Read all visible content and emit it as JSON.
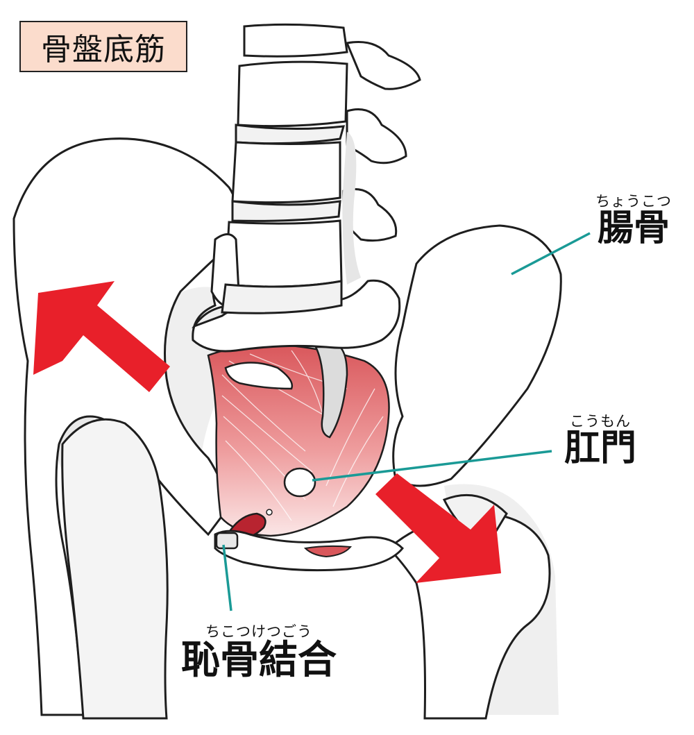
{
  "title": "骨盤底筋",
  "labels": {
    "ilium": {
      "ruby": "ちょうこつ",
      "text": "腸骨"
    },
    "anus": {
      "ruby": "こうもん",
      "text": "肛門"
    },
    "pubic_symphysis": {
      "ruby": "ちこつけつごう",
      "text": "恥骨結合"
    }
  },
  "colors": {
    "arrow": "#e8202a",
    "leader": "#1a9a96",
    "bone_fill": "#ffffff",
    "bone_stroke": "#1e1e1e",
    "shadow": "#e6e6e6",
    "muscle": "#e07a7c",
    "title_bg": "#fbdccc"
  }
}
